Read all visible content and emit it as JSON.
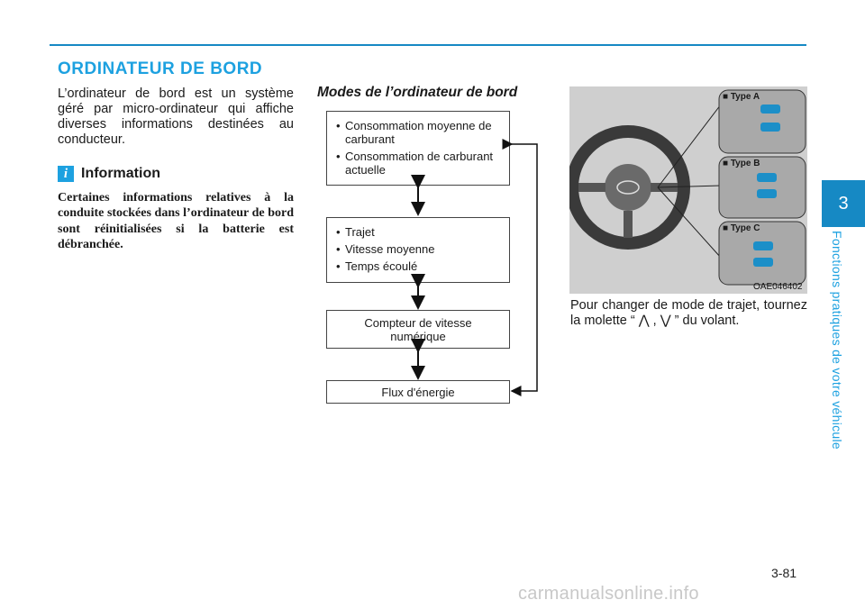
{
  "section_title": "ORDINATEUR DE BORD",
  "intro": "L’ordinateur de bord est un système géré par micro-ordinateur qui affiche diverses informations destinées au conducteur.",
  "info": {
    "title": "Information",
    "body": "Certaines informations relatives à la conduite stockées dans l’ordinateur de bord sont réinitialisées si la batterie est débranchée."
  },
  "modes": {
    "title": "Modes de l’ordinateur de bord",
    "box1": [
      "Consommation moyenne de carburant",
      "Consommation de carburant actuelle"
    ],
    "box2": [
      "Trajet",
      "Vitesse moyenne",
      "Temps écoulé"
    ],
    "box3": "Compteur de vitesse numérique",
    "box4": "Flux d'énergie"
  },
  "figure": {
    "type_a": "■ Type A",
    "type_b": "■ Type B",
    "type_c": "■ Type C",
    "code": "OAE046402"
  },
  "instruction": "Pour changer de mode de trajet, tournez la molette “ ⋀ , ⋁ ” du volant.",
  "chapter_number": "3",
  "chapter_title": "Fonctions pratiques de votre véhicule",
  "page_number": "3-81",
  "watermark": "carmanualsonline.info",
  "colors": {
    "accent": "#1da1e0",
    "tab": "#1689c4"
  }
}
